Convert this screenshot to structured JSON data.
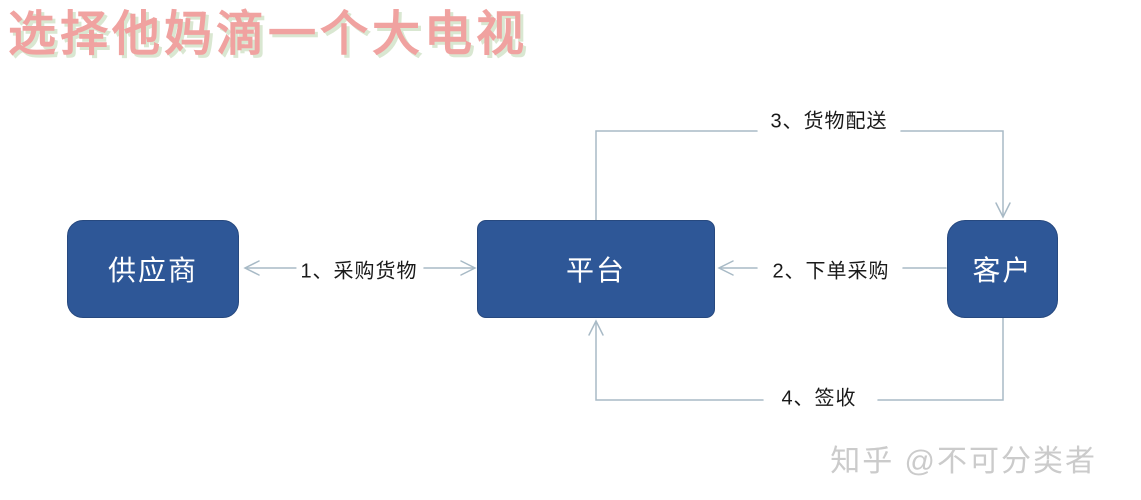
{
  "title": "选择他妈滴一个大电视",
  "watermark": "知乎 @不可分类者",
  "diagram": {
    "nodes": [
      {
        "id": "supplier",
        "label": "供应商"
      },
      {
        "id": "platform",
        "label": "平台"
      },
      {
        "id": "customer",
        "label": "客户"
      }
    ],
    "edges": [
      {
        "step": "1",
        "label": "1、采购货物",
        "from": "平台",
        "to": "供应商",
        "style": "double-arrow"
      },
      {
        "step": "2",
        "label": "2、下单采购",
        "from": "客户",
        "to": "平台",
        "style": "arrow-left"
      },
      {
        "step": "3",
        "label": "3、货物配送",
        "from": "平台",
        "to": "客户",
        "style": "elbow-arrow-down"
      },
      {
        "step": "4",
        "label": "4、签收",
        "from": "客户",
        "to": "平台",
        "style": "elbow-arrow-up"
      }
    ],
    "colors": {
      "node_fill": "#2E5797",
      "node_border": "#27497F",
      "node_text": "#FFFFFF",
      "connector": "#A8BAC6",
      "edge_label_text": "#1A1A1A",
      "title_pink": "#F0A2A0",
      "title_shadow_green": "#D9E7D1",
      "watermark_gray": "#CBCBCB",
      "background": "#FFFFFF"
    }
  }
}
